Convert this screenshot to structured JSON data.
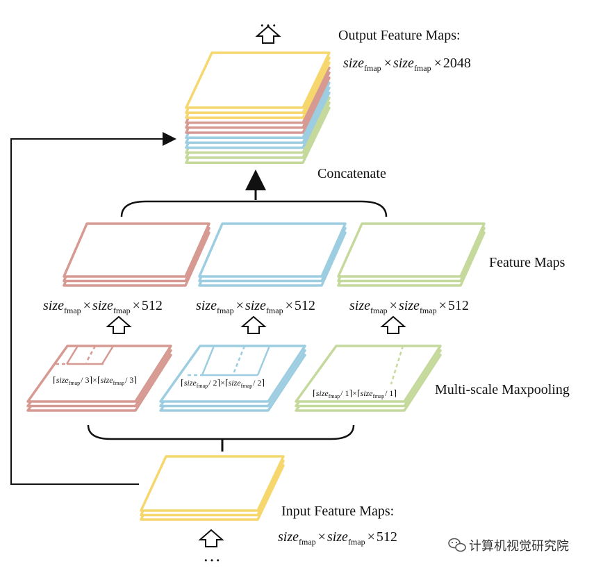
{
  "colors": {
    "yellow": "#f5d76e",
    "red": "#d79a93",
    "blue": "#9dcde0",
    "green": "#c4d99b",
    "line": "#111111"
  },
  "ellipsis": "…",
  "labels": {
    "output_title": "Output Feature Maps:",
    "concatenate": "Concatenate",
    "feature_maps": "Feature Maps",
    "multiscale": "Multi-scale Maxpooling",
    "input_title": "Input Feature Maps:"
  },
  "formula": {
    "size": "size",
    "sub": "fmap",
    "times": "×",
    "ch_out": "2048",
    "ch_mid": "512",
    "ch_in": "512"
  },
  "pool": {
    "red_div": "/ 3",
    "blue_div": "/ 2",
    "green_div": "/ 1"
  },
  "watermark": {
    "text": "计算机视觉研究院",
    "icon": "wechat-icon"
  }
}
